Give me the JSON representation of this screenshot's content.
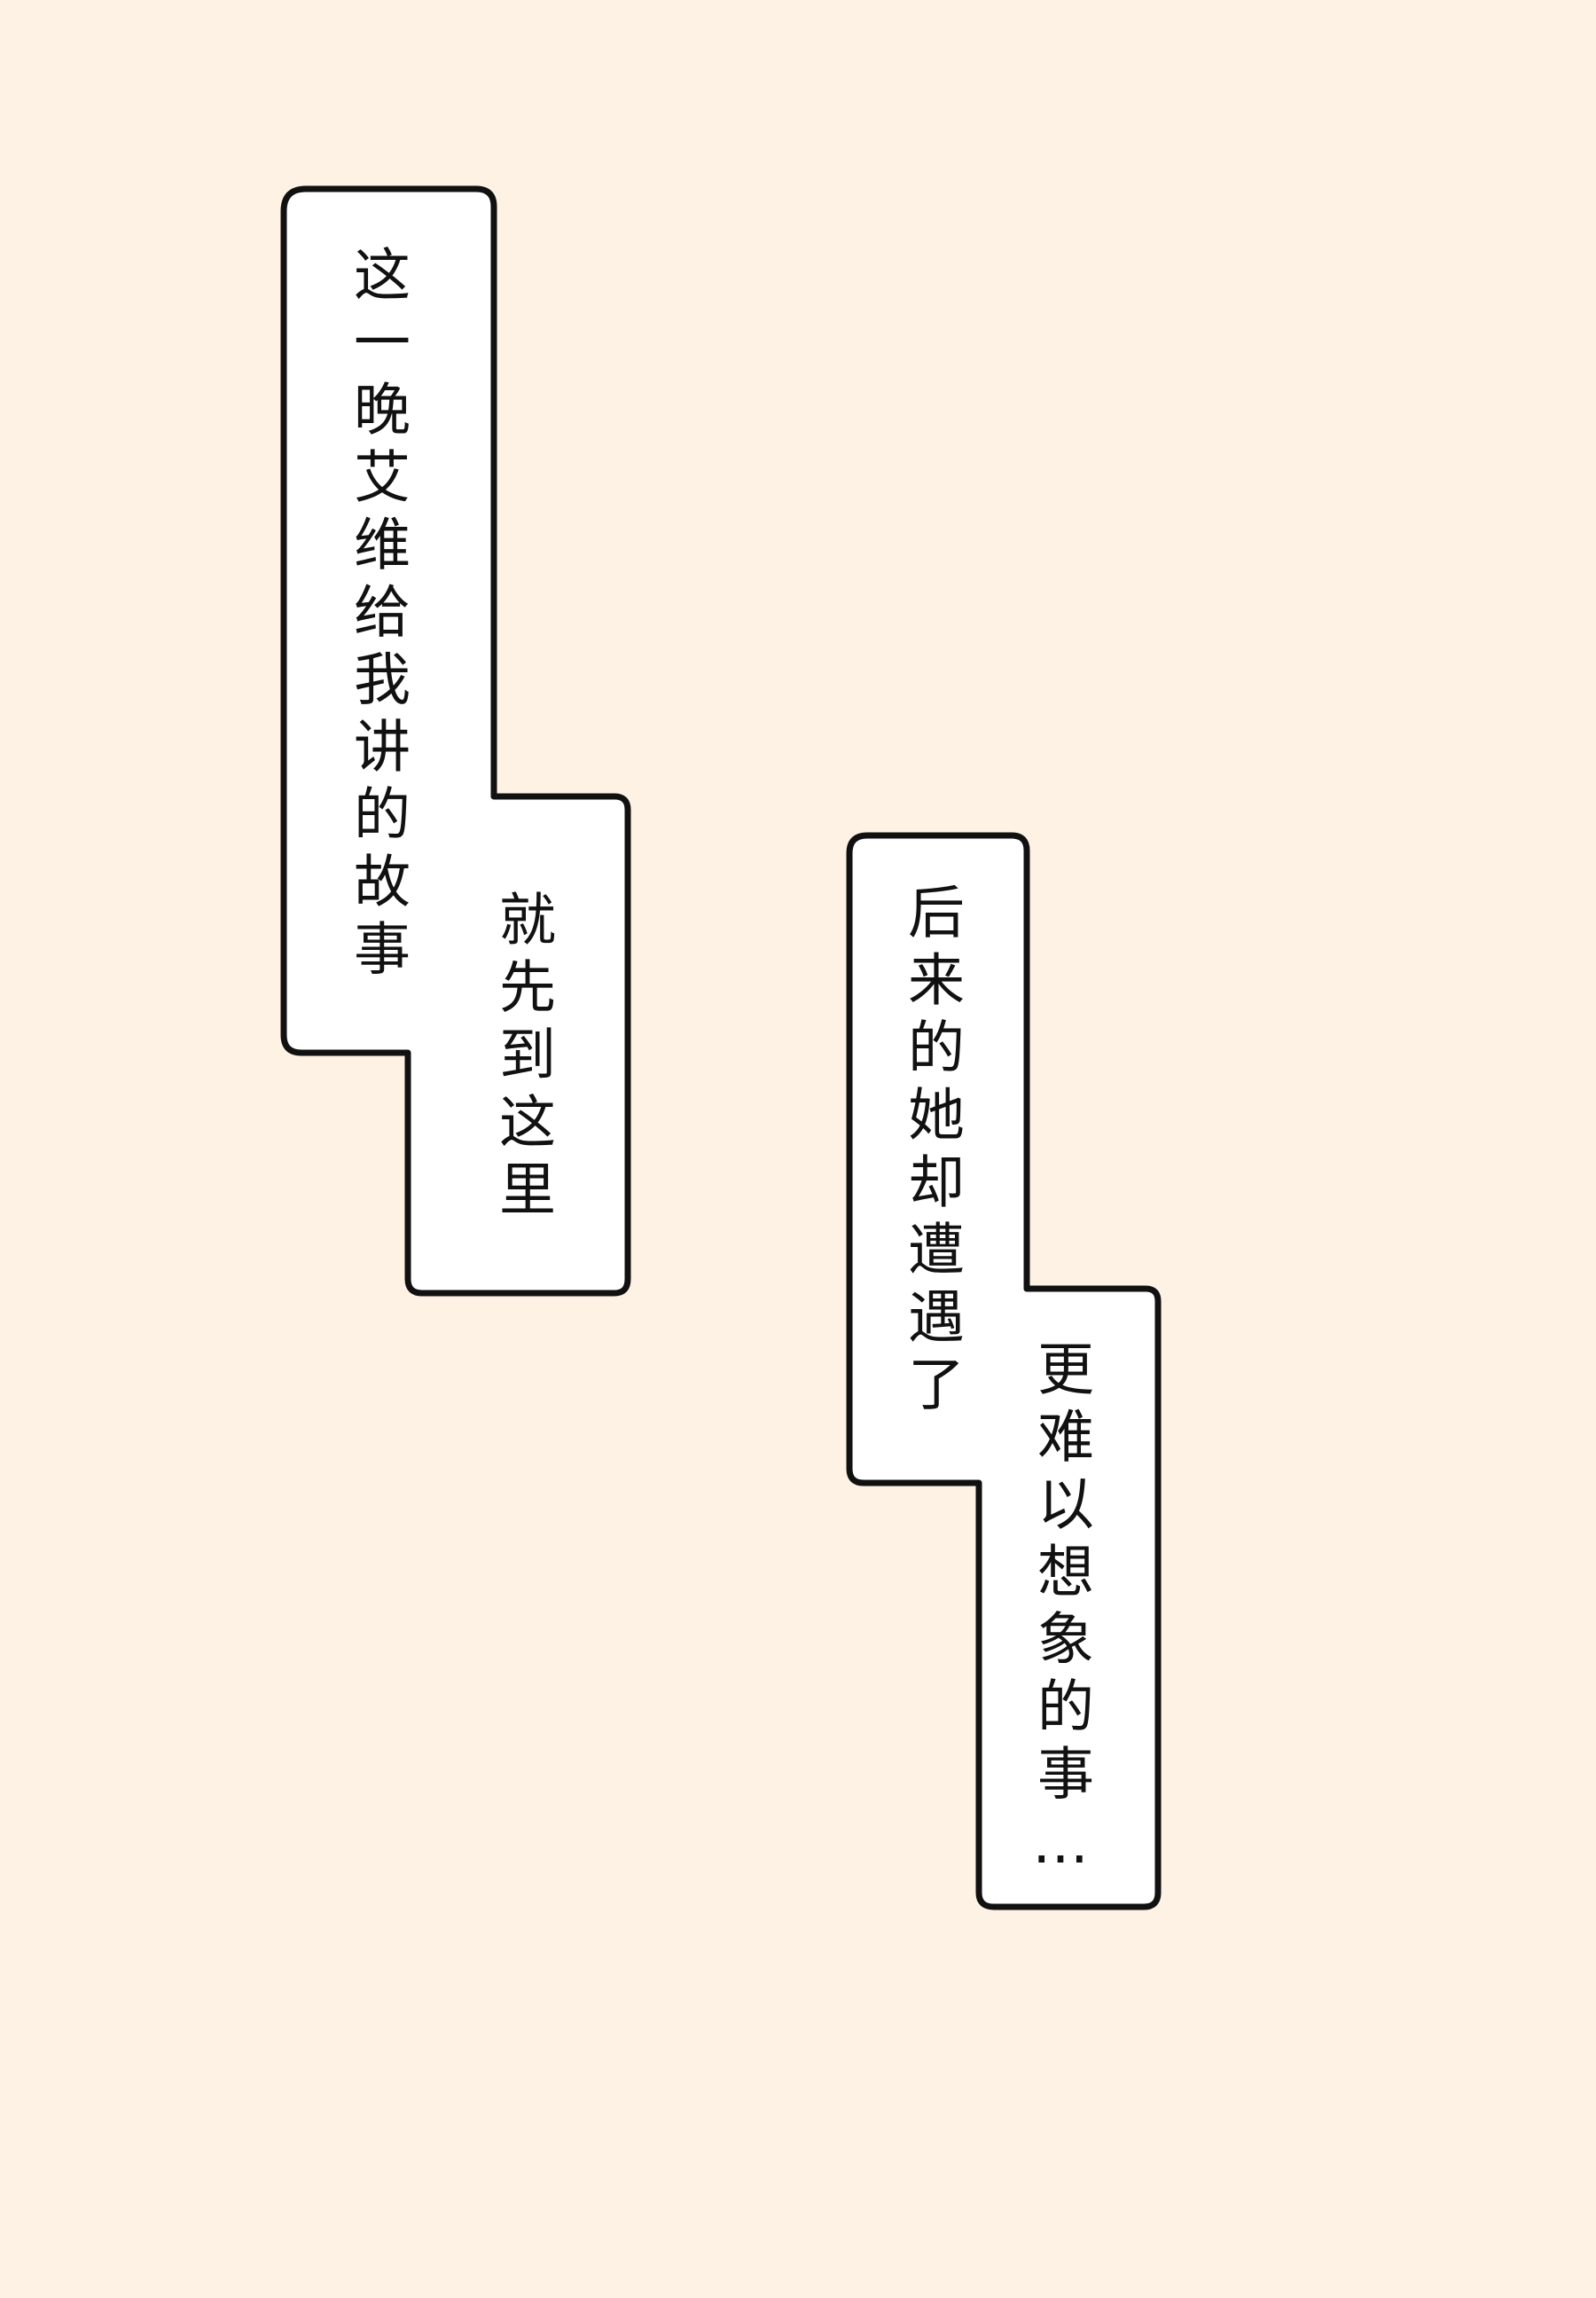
{
  "page": {
    "background_color": "#fef2e4",
    "bubble_fill": "#ffffff",
    "bubble_stroke": "#111111"
  },
  "bubble_1": {
    "line_1": "这一晚艾维给我讲的故事",
    "line_2": "就先到这里"
  },
  "bubble_2": {
    "line_1": "后来的她却遭遇了",
    "line_2": "更难以想象的事…"
  }
}
